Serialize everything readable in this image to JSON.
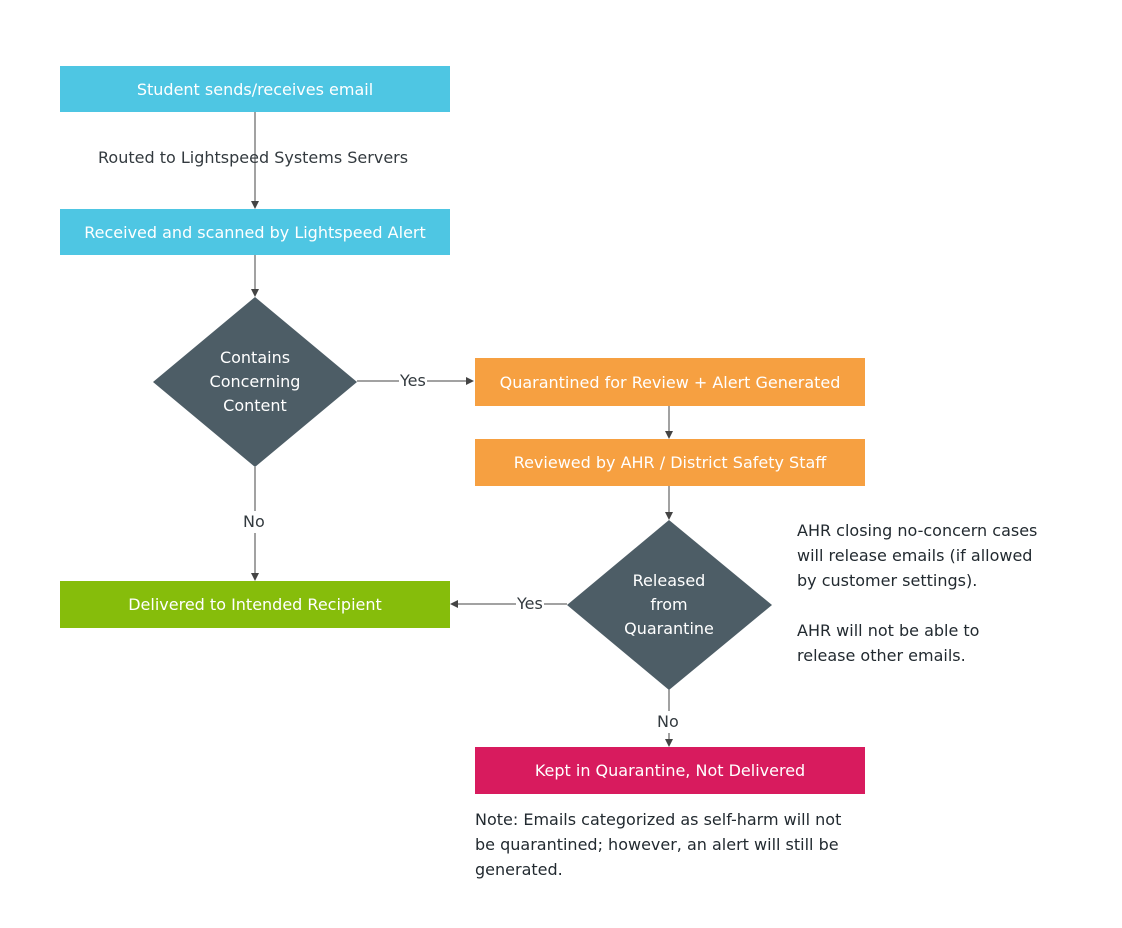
{
  "nodes": {
    "student": "Student sends/receives email",
    "received": "Received and scanned by Lightspeed Alert",
    "contains": [
      "Contains",
      "Concerning",
      "Content"
    ],
    "quarantined": "Quarantined for Review + Alert Generated",
    "reviewed": "Reviewed by AHR / District Safety Staff",
    "released": [
      "Released",
      "from",
      "Quarantine"
    ],
    "delivered": "Delivered to Intended Recipient",
    "kept": "Kept in Quarantine, Not Delivered"
  },
  "edges": {
    "routed": "Routed to Lightspeed Systems Servers",
    "yes_concerning": "Yes",
    "no_concerning": "No",
    "yes_released": "Yes",
    "no_released": "No"
  },
  "notes": {
    "ahr_line1": "AHR closing no-concern cases",
    "ahr_line2": "will release emails (if allowed",
    "ahr_line3": "by customer settings).",
    "ahr_line4": "AHR will not be able to",
    "ahr_line5": "release other emails.",
    "selfharm_line1": "Note: Emails categorized as self-harm will not",
    "selfharm_line2": "be quarantined; however, an alert will still be",
    "selfharm_line3": "generated."
  },
  "colors": {
    "blue": "#4ec6e3",
    "orange": "#f6a041",
    "green": "#86bd0b",
    "pink": "#d81b5e",
    "diamond": "#4d5d66"
  }
}
